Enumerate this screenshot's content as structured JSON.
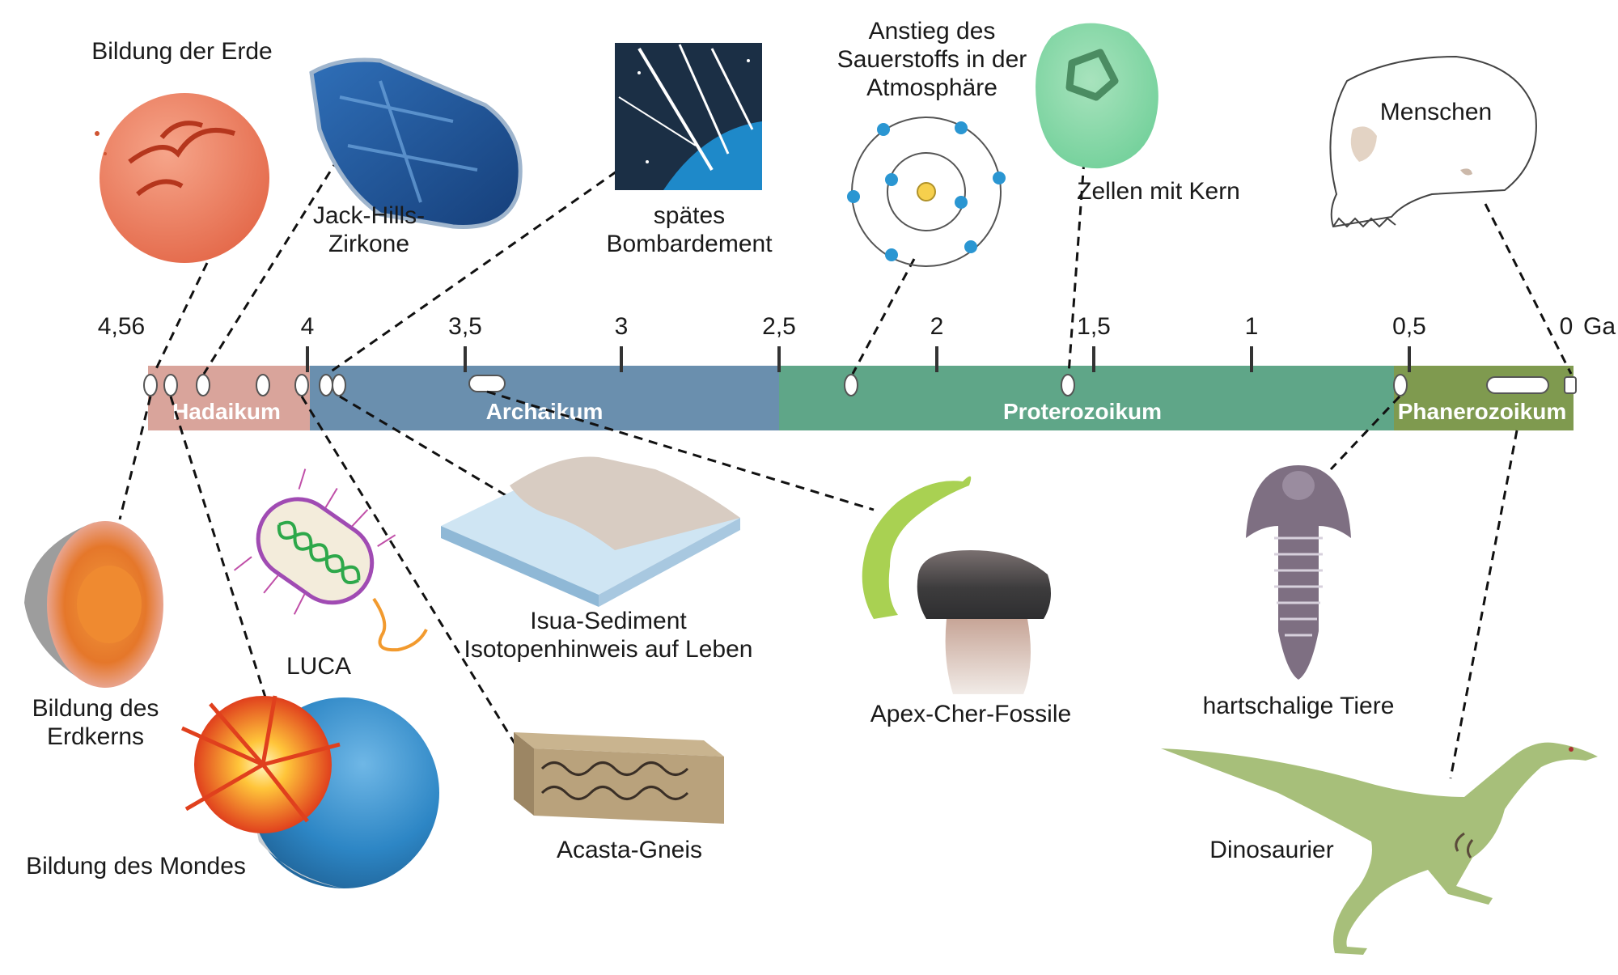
{
  "timeline": {
    "unit": "Ga",
    "ticks": [
      "4,56",
      "4",
      "3,5",
      "3",
      "2,5",
      "2",
      "1,5",
      "1",
      "0,5",
      "0"
    ],
    "eons": [
      {
        "name": "Hadaikum",
        "color": "#d9a49b"
      },
      {
        "name": "Archaikum",
        "color": "#6a8fae"
      },
      {
        "name": "Proterozoikum",
        "color": "#5fa688"
      },
      {
        "name": "Phanerozoikum",
        "color": "#7f9a4f"
      }
    ]
  },
  "events": {
    "earth_formation": "Bildung der Erde",
    "zircons_1": "Jack-Hills-",
    "zircons_2": "Zirkone",
    "bombardment_1": "spätes",
    "bombardment_2": "Bombardement",
    "oxygen_1": "Anstieg des",
    "oxygen_2": "Sauerstoffs in der",
    "oxygen_3": "Atmosphäre",
    "eukaryotes": "Zellen mit Kern",
    "humans": "Menschen",
    "core_1": "Bildung des",
    "core_2": "Erdkerns",
    "moon": "Bildung des Mondes",
    "luca": "LUCA",
    "isua_1": "Isua-Sediment",
    "isua_2": "Isotopenhinweis auf Leben",
    "acasta": "Acasta-Gneis",
    "apex": "Apex-Cher-Fossile",
    "shells": "hartschalige Tiere",
    "dinos": "Dinosaurier"
  },
  "icons": [
    "earth-icon",
    "zircon-icon",
    "meteor-icon",
    "atom-icon",
    "cell-icon",
    "skull-icon",
    "earth-core-icon",
    "moon-impact-icon",
    "bacterium-icon",
    "sediment-icon",
    "gneiss-icon",
    "fossil-icon",
    "trilobite-icon",
    "dinosaur-icon"
  ]
}
